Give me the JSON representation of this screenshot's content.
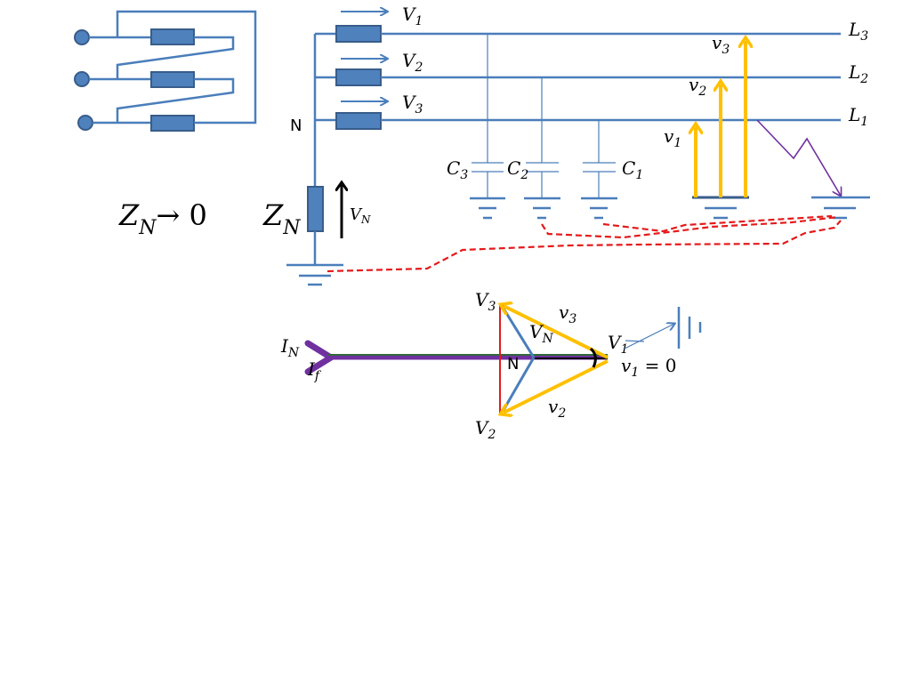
{
  "labels": {
    "line_voltage_1": "V",
    "line_voltage_1_sub": "1",
    "line_voltage_2": "V",
    "line_voltage_2_sub": "2",
    "line_voltage_3": "V",
    "line_voltage_3_sub": "3",
    "line_3": "L",
    "line_3_sub": "3",
    "line_2": "L",
    "line_2_sub": "2",
    "line_1": "L",
    "line_1_sub": "1",
    "neutral": "N",
    "zn_limit": "Z",
    "zn_limit_sub": "N",
    "zn_limit_rest": "→ 0",
    "zn": "Z",
    "zn_sub": "N",
    "vn": "V",
    "vn_sub": "N",
    "c3": "C",
    "c3_sub": "3",
    "c2": "C",
    "c2_sub": "2",
    "c1": "C",
    "c1_sub": "1",
    "v3_small": "v",
    "v3_small_sub": "3",
    "v2_small": "v",
    "v2_small_sub": "2",
    "v1_small": "v",
    "v1_small_sub": "1"
  },
  "phasor": {
    "v3": "V",
    "v3_sub": "3",
    "v2": "V",
    "v2_sub": "2",
    "v1": "V",
    "v1_sub": "1",
    "v3_small": "v",
    "v3_small_sub": "3",
    "v2_small": "v",
    "v2_small_sub": "2",
    "vn": "V",
    "vn_sub": "N",
    "n": "N",
    "in": "I",
    "in_sub": "N",
    "if": "I",
    "if_sub": "f",
    "v1_zero": "v",
    "v1_zero_sub": "1",
    "v1_zero_rest": " = 0"
  },
  "colors": {
    "wire": "#4a7ebb",
    "resistor": "#4f81bd",
    "phase_voltage": "#ffc000",
    "ground_wire": "#e41a1c",
    "fault_current": "#7030a0",
    "triangle_edge": "#e41a1c"
  }
}
